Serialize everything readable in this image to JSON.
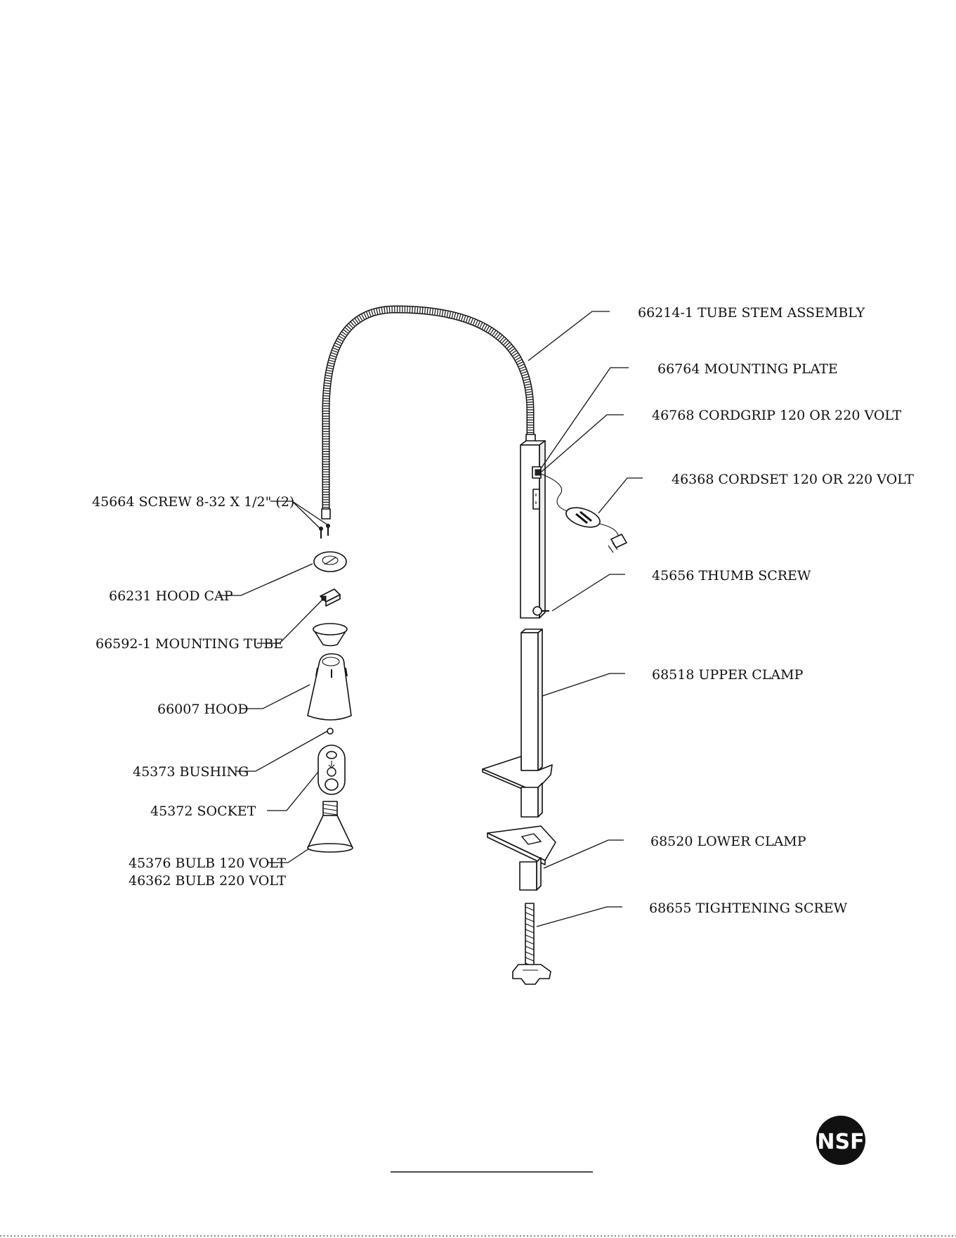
{
  "labels": {
    "tube_stem_assembly": "66214-1  TUBE STEM ASSEMBLY",
    "mounting_plate": "66764 MOUNTING PLATE",
    "cordgrip": "46768 CORDGRIP 120 OR 220 VOLT",
    "cordset": "46368 CORDSET 120 OR 220 VOLT",
    "thumb_screw": "45656 THUMB SCREW",
    "upper_clamp": "68518 UPPER CLAMP",
    "lower_clamp": "68520 LOWER CLAMP",
    "tightening_screw": "68655 TIGHTENING SCREW",
    "screw": "45664 SCREW 8-32 X 1/2\" (2)",
    "hood_cap": "66231  HOOD CAP",
    "mounting_tube": "66592-1 MOUNTING TUBE",
    "hood": "66007 HOOD",
    "bushing": "45373 BUSHING",
    "socket": "45372 SOCKET",
    "bulb_120": "45376 BULB 120 VOLT",
    "bulb_220": "46362 BULB 220 VOLT"
  },
  "logo": {
    "text": "NSF",
    "color": "#111111"
  }
}
